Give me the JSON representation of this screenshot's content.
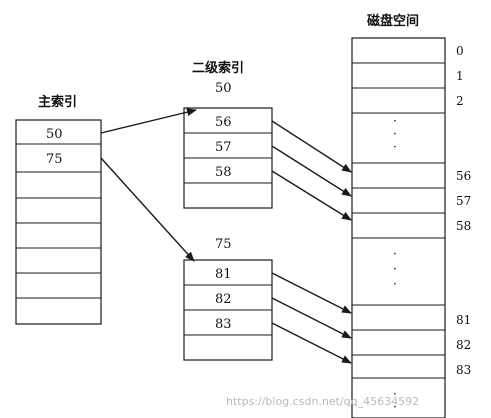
{
  "primary_index": {
    "title": "主索引",
    "entries": [
      "50",
      "75",
      "",
      "",
      "",
      "",
      "",
      ""
    ]
  },
  "secondary_index_1": {
    "title": "二级索引",
    "header": "50",
    "entries": [
      "56",
      "57",
      "58",
      ""
    ]
  },
  "secondary_index_2": {
    "header": "75",
    "entries": [
      "81",
      "82",
      "83",
      ""
    ]
  },
  "disk": {
    "title": "磁盘空间",
    "block_labels": [
      "0",
      "1",
      "2",
      "56",
      "57",
      "58",
      "81",
      "82",
      "83"
    ],
    "ellipsis": "·"
  },
  "watermark": "https://blog.csdn.net/qq_45634592",
  "colors": {
    "line": "#1a1a1a",
    "text": "#111111",
    "watermark": "#b9b9b9"
  }
}
